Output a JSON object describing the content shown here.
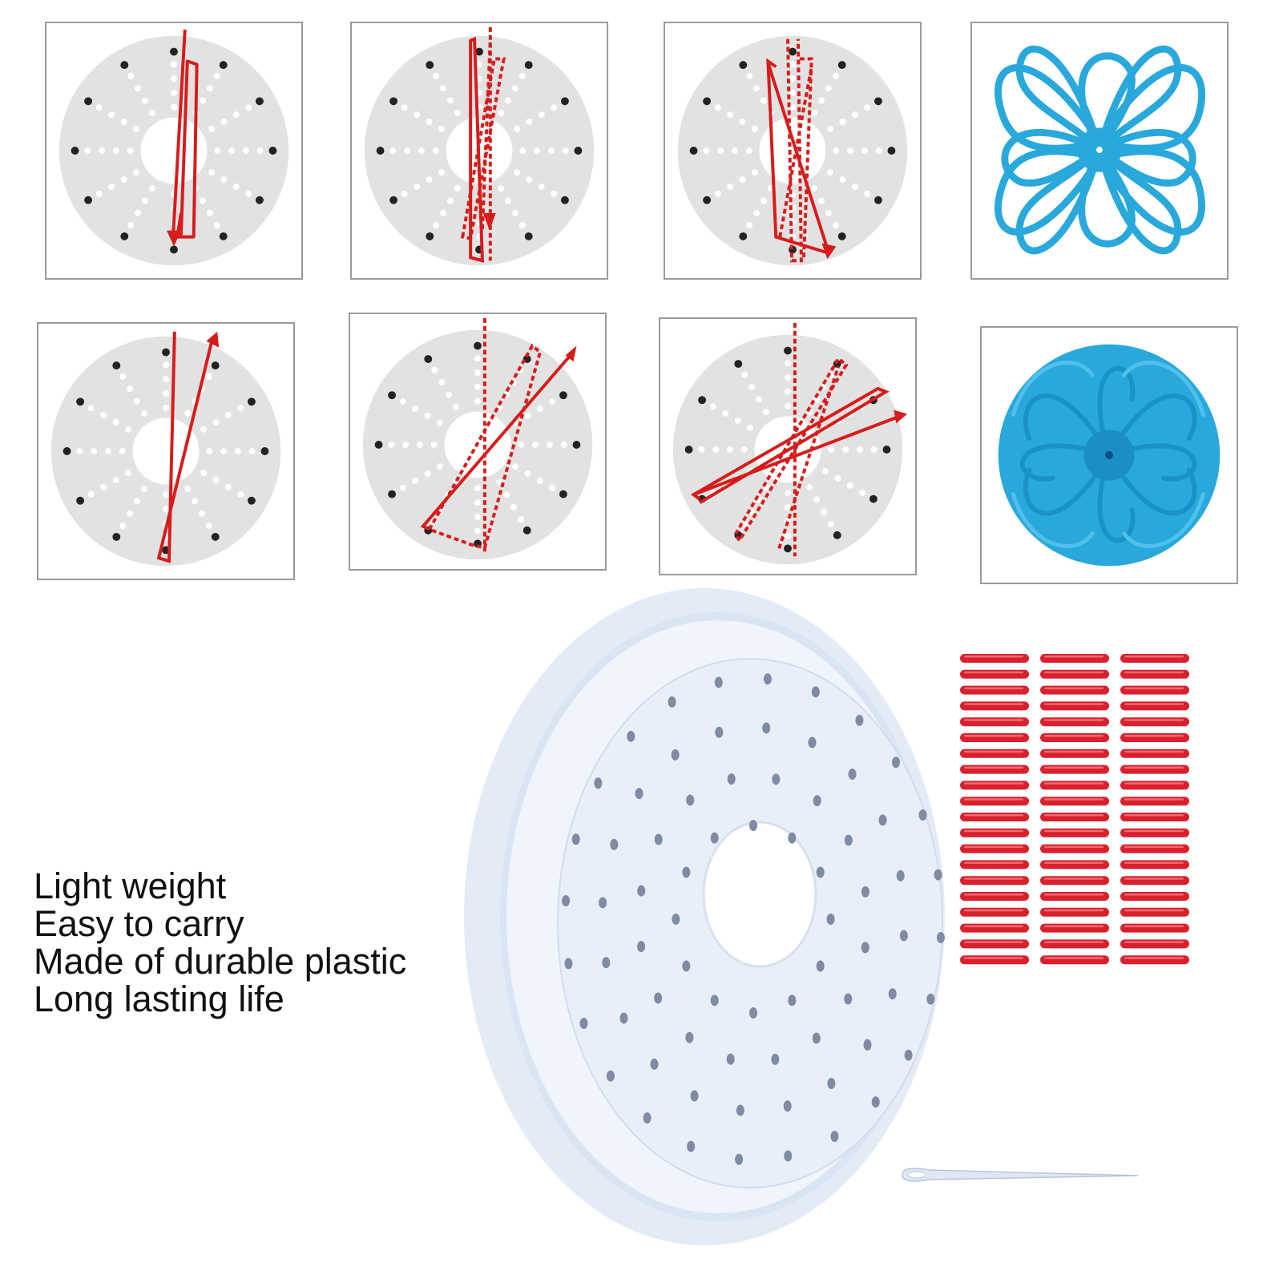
{
  "features": [
    "Light weight",
    "Easy to carry",
    "Made of durable plastic",
    "Long lasting life"
  ],
  "colors": {
    "thread": "#d81b1b",
    "yarn": "#29a8dc",
    "yarn_dark": "#0d6fae",
    "disc_gray": "#e2e2e2",
    "loom": "#e8eef8",
    "pins": "#d8202e",
    "panel_border": "#9a9a9a"
  },
  "icons": [
    "pattern-diagram-icon",
    "pompom-square-photo",
    "pompom-round-photo",
    "loom-disc",
    "red-pins",
    "yarn-needle"
  ]
}
